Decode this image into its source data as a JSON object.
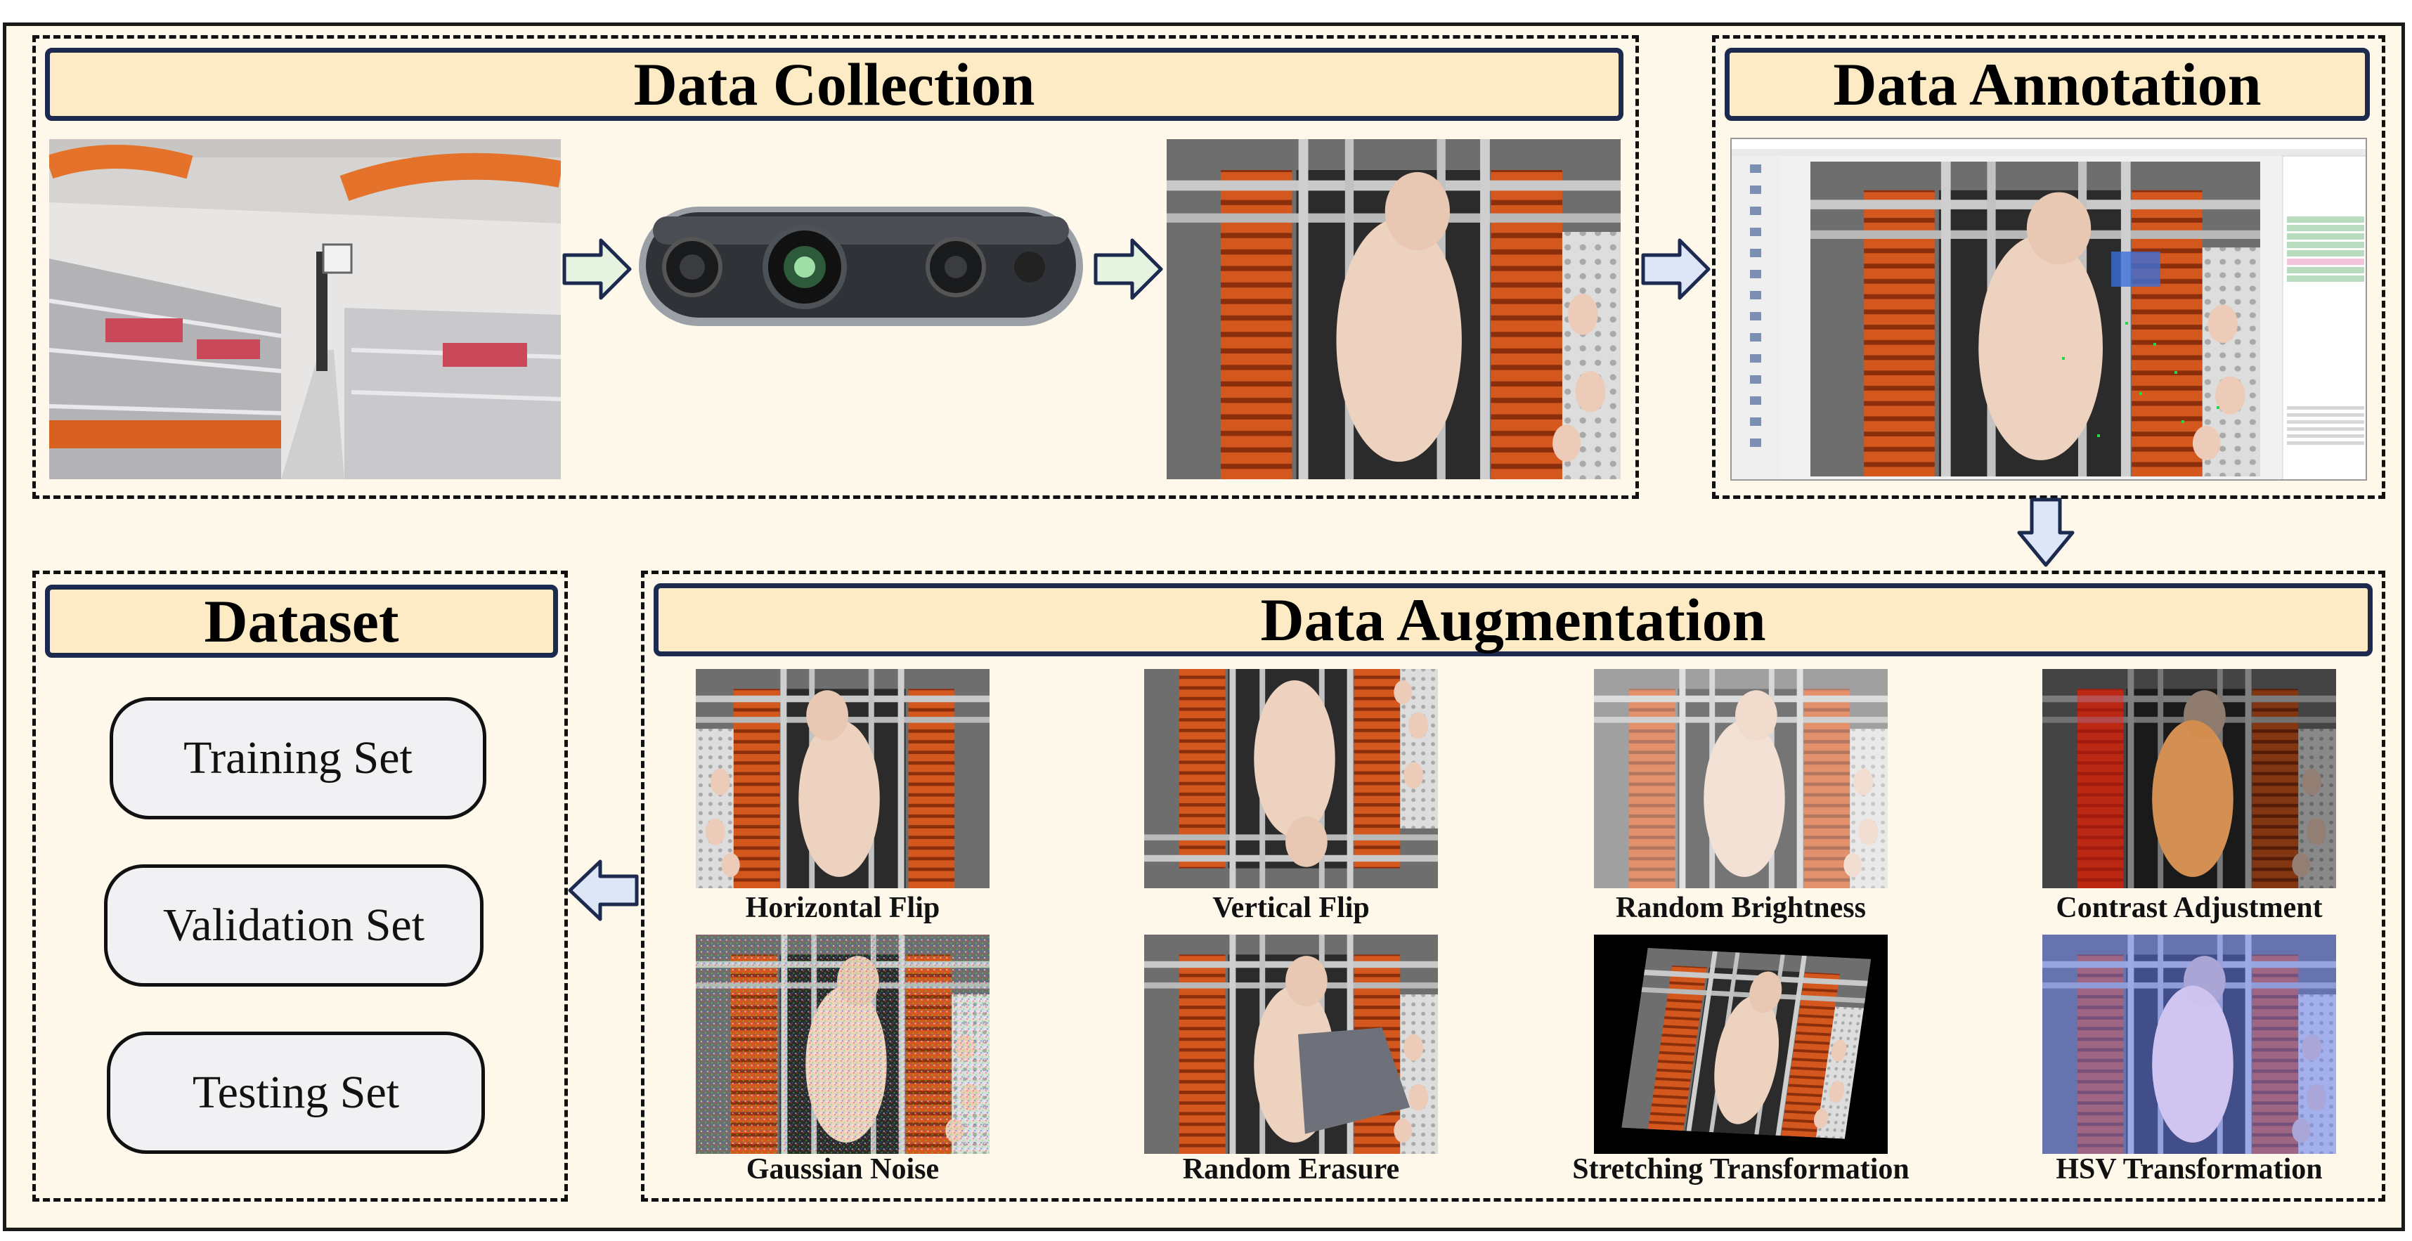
{
  "sections": {
    "collection": {
      "title": "Data Collection"
    },
    "annotation": {
      "title": "Data Annotation"
    },
    "augmentation": {
      "title": "Data Augmentation"
    },
    "dataset": {
      "title": "Dataset"
    }
  },
  "augmentations": [
    {
      "label": "Horizontal Flip"
    },
    {
      "label": "Vertical Flip"
    },
    {
      "label": "Random Brightness"
    },
    {
      "label": "Contrast Adjustment"
    },
    {
      "label": "Gaussian Noise"
    },
    {
      "label": "Random Erasure"
    },
    {
      "label": "Stretching Transformation"
    },
    {
      "label": "HSV Transformation"
    }
  ],
  "dataset_sets": [
    {
      "label": "Training Set"
    },
    {
      "label": "Validation Set"
    },
    {
      "label": "Testing Set"
    }
  ],
  "colors": {
    "background": "#fdf8ea",
    "banner_fill": "#fcebc4",
    "banner_border": "#1b2a4e",
    "arrow_light_green": "#e6f3e1",
    "arrow_light_blue": "#dde6f6",
    "arrow_border": "#1b2a4e"
  }
}
